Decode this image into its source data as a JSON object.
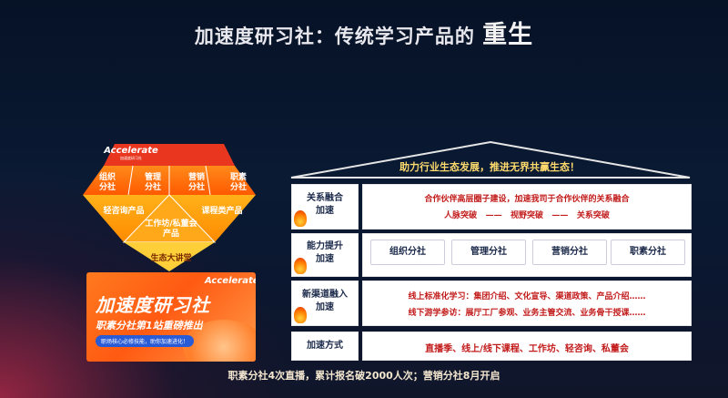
{
  "title": {
    "main": "加速度研习社：传统学习产品的",
    "emphasis": "重生"
  },
  "diamond": {
    "logo": "Accelerate",
    "logo_sub": "加速度研习社",
    "top_row": [
      "组织\n分社",
      "管理\n分社",
      "营销\n分社",
      "职素\n分社"
    ],
    "left_product": "轻咨询产品",
    "center_product": "工作坊/私董会\n产品",
    "right_product": "课程类产品",
    "bottom": "生态大讲堂"
  },
  "banner": {
    "logo": "Accelerate",
    "title": "加速度研习社",
    "subtitle": "职素分社第1站重磅推出",
    "pill": "职场核心必修技能，助你加速进化！"
  },
  "caption": "职素分社4次直播，累计报名破2000人次；营销分社8月开启",
  "house": {
    "roof_text": "助力行业生态发展，推进无界共赢生态！",
    "rows": [
      {
        "label": "关系融合\n加速",
        "line1": "合作伙伴高层圈子建设，加速我司于合作伙伴的关系融合",
        "line2": [
          "人脉突破",
          "——",
          "视野突破",
          "——",
          "关系突破"
        ]
      },
      {
        "label": "能力提升\n加速",
        "cards": [
          "组织分社",
          "管理分社",
          "营销分社",
          "职素分社"
        ]
      },
      {
        "label": "新渠道融入\n加速",
        "line1": "线上标准化学习：集团介绍、文化宣导、渠道政策、产品介绍……",
        "line2": "线下游学参访：展厅工厂参观、业务主管交流、业务骨干授课……"
      },
      {
        "label": "加速方式",
        "line1": "直播季、线上/线下课程、工作坊、轻咨询、私董会"
      }
    ]
  }
}
